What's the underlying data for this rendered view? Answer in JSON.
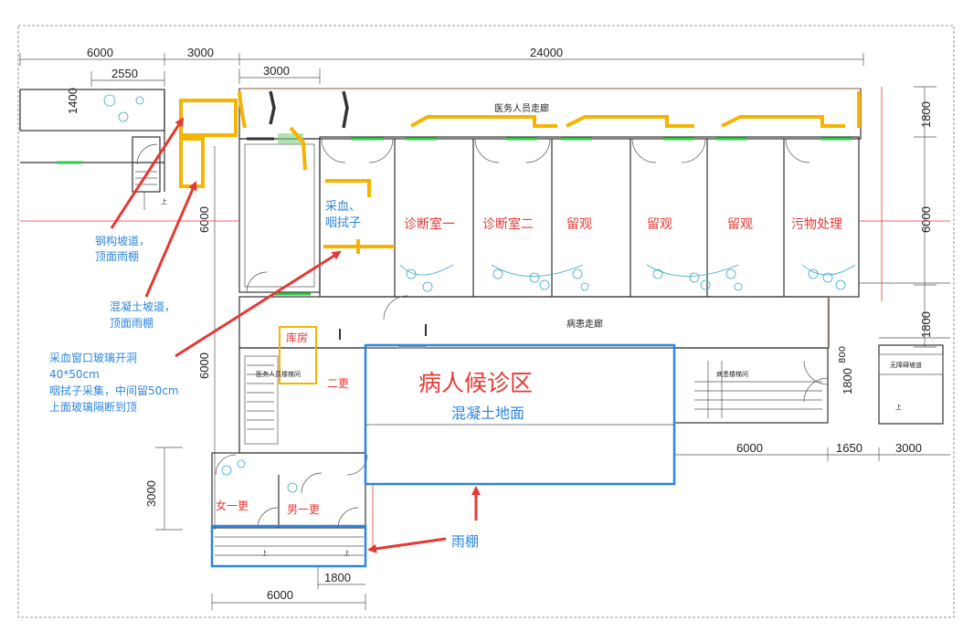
{
  "dimensions": {
    "top_row": [
      "6000",
      "3000",
      "24000"
    ],
    "second_row": [
      "2550",
      "3000"
    ],
    "left_side": [
      "1400",
      "6000",
      "6000",
      "3000"
    ],
    "right_side": [
      "1800",
      "6000",
      "1800"
    ],
    "inner_right": [
      "800",
      "1800"
    ],
    "bottom_right": [
      "6000",
      "1650",
      "3000"
    ],
    "bottom": [
      "1800",
      "6000"
    ]
  },
  "rooms": {
    "staff_corridor": "医务人员走廊",
    "patient_corridor": "病患走廊",
    "blood_room": [
      "采血、",
      "咽拭子"
    ],
    "consult_1": "诊断室一",
    "consult_2": "诊断室二",
    "observe_1": "留观",
    "observe_2": "留观",
    "observe_3": "留观",
    "waste": "污物处理",
    "storage": "库房",
    "staff_stair": "医务人员楼梯间",
    "change_2": "二更",
    "female_change": "女一更",
    "male_change": "男一更",
    "patient_stair": "病患楼梯间",
    "barrier_free": "无障碍坡道",
    "stair_up_1": "上",
    "stair_up_2": "上",
    "stair_up_3": "上",
    "stair_up_4": "上"
  },
  "waiting_area": {
    "title": "病人候诊区",
    "subtitle": "混凝土地面"
  },
  "annotations": {
    "steel_ramp": [
      "钢构坡道，",
      "顶面雨棚"
    ],
    "concrete_ramp": [
      "混凝土坡道，",
      "顶面雨棚"
    ],
    "window_note": [
      "采血窗口玻璃开洞",
      "40*50cm",
      "咽拭子采集，中间留50cm",
      "上面玻璃隔断到顶"
    ],
    "canopy": "雨棚"
  },
  "colors": {
    "annotation_blue": "#2e86de",
    "room_red": "#e53935",
    "pipe_yellow": "#f5b400",
    "door_green": "#2ecc40",
    "arrow_red": "#e53935",
    "wall_dark": "#333333"
  }
}
